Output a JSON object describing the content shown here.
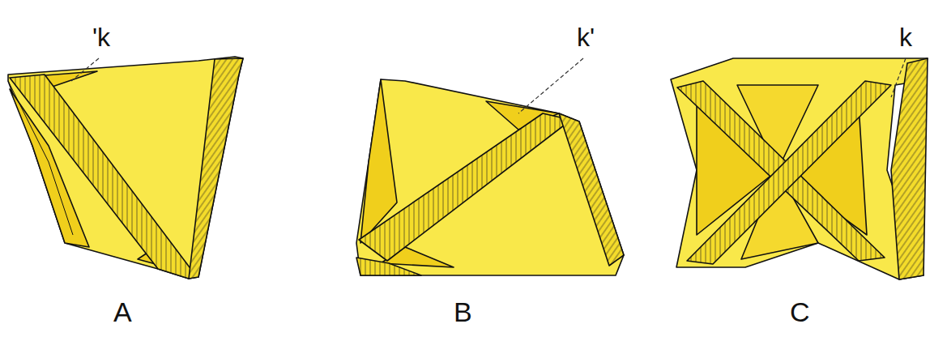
{
  "diagram": {
    "labels": [
      "'k",
      "k'",
      "k",
      "A",
      "B",
      "C"
    ]
  }
}
